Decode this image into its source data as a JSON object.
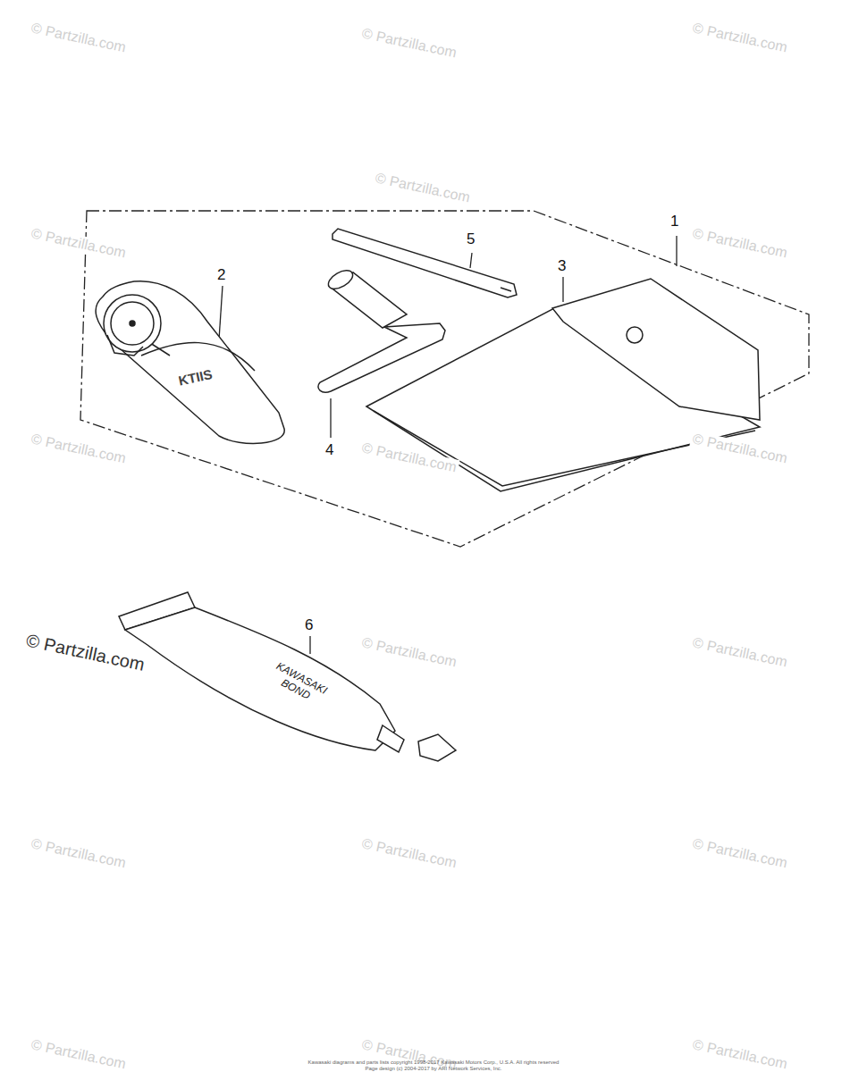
{
  "diagram": {
    "labels": [
      "© Partzilla.com",
      "© Partzilla.com",
      "© Partzilla.com",
      "5",
      "1",
      "© Partzilla.com",
      "© Partzilla.com",
      "2",
      "3",
      "KTIIS",
      "© Partzilla.com",
      "© Partzilla.com",
      "© Partzilla.com",
      "© Partzilla.com",
      "4",
      "6",
      "© Partzilla.com",
      "© Partzilla.com",
      "© Partzilla.com",
      "KAWASAKI BOND",
      "© Partzilla.com",
      "© Partzilla.com",
      "© Partzilla.com",
      "© Partzilla.com",
      "© Partzilla.com",
      "© Partzilla.com",
      "Kawasaki diagrams and parts lists copyright 1998-2017 Kawasaki Motors Corp., U.S.A. All rights reserved",
      "Page design (c) 2004-2017 by ARI Network Services, Inc."
    ]
  }
}
